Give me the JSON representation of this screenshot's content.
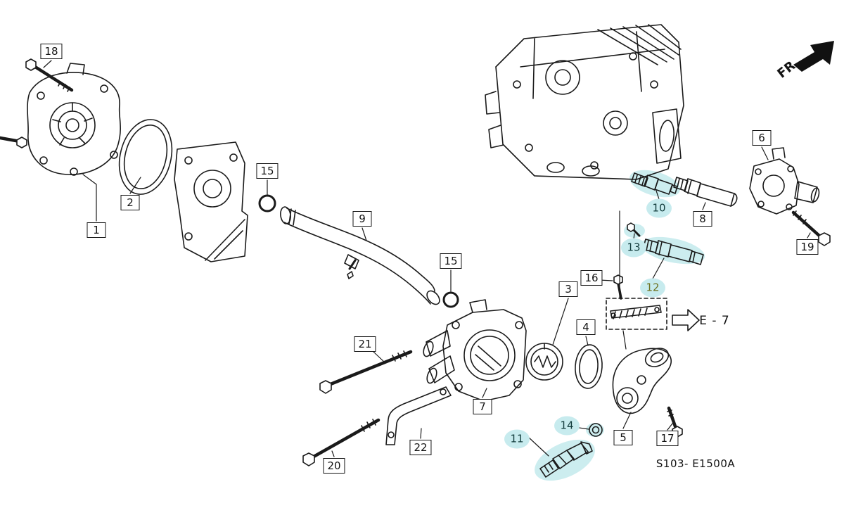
{
  "diagram": {
    "code": "S103- E1500A",
    "fr_label": "FR.",
    "e7_label": "E - 7",
    "background_color": "#ffffff",
    "line_color": "#1a1a1a",
    "highlight_color": "#c7ebee"
  },
  "callouts": {
    "c1": {
      "label": "1",
      "highlighted": false
    },
    "c2": {
      "label": "2",
      "highlighted": false
    },
    "c3": {
      "label": "3",
      "highlighted": false
    },
    "c4": {
      "label": "4",
      "highlighted": false
    },
    "c5": {
      "label": "5",
      "highlighted": false
    },
    "c6": {
      "label": "6",
      "highlighted": false
    },
    "c7": {
      "label": "7",
      "highlighted": false
    },
    "c8": {
      "label": "8",
      "highlighted": false
    },
    "c9": {
      "label": "9",
      "highlighted": false
    },
    "c10": {
      "label": "10",
      "highlighted": true
    },
    "c11": {
      "label": "11",
      "highlighted": true
    },
    "c12": {
      "label": "12",
      "highlighted": true
    },
    "c13": {
      "label": "13",
      "highlighted": true
    },
    "c14": {
      "label": "14",
      "highlighted": true
    },
    "c15a": {
      "label": "15",
      "highlighted": false
    },
    "c15b": {
      "label": "15",
      "highlighted": false
    },
    "c16": {
      "label": "16",
      "highlighted": false
    },
    "c17": {
      "label": "17",
      "highlighted": false
    },
    "c18": {
      "label": "18",
      "highlighted": false
    },
    "c19": {
      "label": "19",
      "highlighted": false
    },
    "c20": {
      "label": "20",
      "highlighted": false
    },
    "c21": {
      "label": "21",
      "highlighted": false
    },
    "c22": {
      "label": "22",
      "highlighted": false
    }
  }
}
